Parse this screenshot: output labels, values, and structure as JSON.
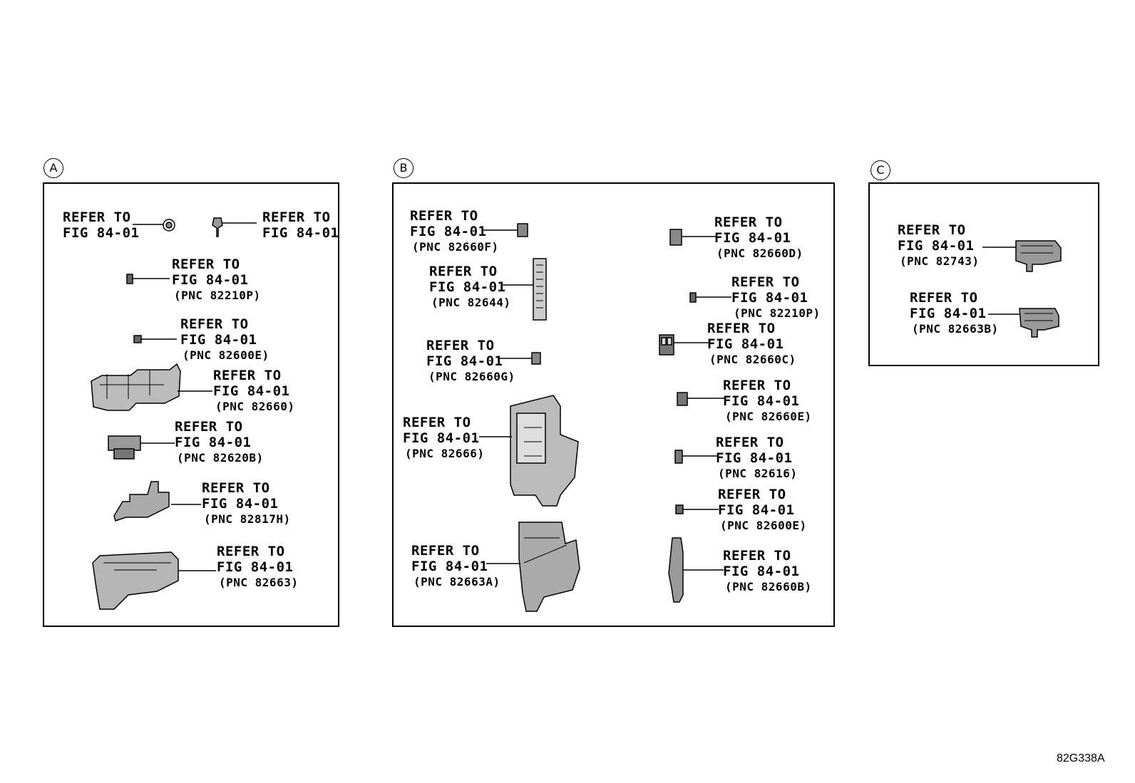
{
  "panels": [
    {
      "label": "A",
      "callouts": [
        {
          "l1": "REFER TO",
          "l2": "FIG 84-01",
          "pnc": ""
        },
        {
          "l1": "REFER TO",
          "l2": "FIG 84-01",
          "pnc": ""
        },
        {
          "l1": "REFER TO",
          "l2": "FIG 84-01",
          "pnc": "(PNC 82210P)"
        },
        {
          "l1": "REFER TO",
          "l2": "FIG 84-01",
          "pnc": "(PNC 82600E)"
        },
        {
          "l1": "REFER TO",
          "l2": "FIG 84-01",
          "pnc": "(PNC 82660)"
        },
        {
          "l1": "REFER TO",
          "l2": "FIG 84-01",
          "pnc": "(PNC 82620B)"
        },
        {
          "l1": "REFER TO",
          "l2": "FIG 84-01",
          "pnc": "(PNC 82817H)"
        },
        {
          "l1": "REFER TO",
          "l2": "FIG 84-01",
          "pnc": "(PNC 82663)"
        }
      ]
    },
    {
      "label": "B",
      "callouts": [
        {
          "l1": "REFER TO",
          "l2": "FIG 84-01",
          "pnc": "(PNC 82660F)"
        },
        {
          "l1": "REFER TO",
          "l2": "FIG 84-01",
          "pnc": "(PNC 82644)"
        },
        {
          "l1": "REFER TO",
          "l2": "FIG 84-01",
          "pnc": "(PNC 82660G)"
        },
        {
          "l1": "REFER TO",
          "l2": "FIG 84-01",
          "pnc": "(PNC 82666)"
        },
        {
          "l1": "REFER TO",
          "l2": "FIG 84-01",
          "pnc": "(PNC 82663A)"
        },
        {
          "l1": "REFER TO",
          "l2": "FIG 84-01",
          "pnc": "(PNC 82660D)"
        },
        {
          "l1": "REFER TO",
          "l2": "FIG 84-01",
          "pnc": "(PNC 82210P)"
        },
        {
          "l1": "REFER TO",
          "l2": "FIG 84-01",
          "pnc": "(PNC 82660C)"
        },
        {
          "l1": "REFER TO",
          "l2": "FIG 84-01",
          "pnc": "(PNC 82660E)"
        },
        {
          "l1": "REFER TO",
          "l2": "FIG 84-01",
          "pnc": "(PNC 82616)"
        },
        {
          "l1": "REFER TO",
          "l2": "FIG 84-01",
          "pnc": "(PNC 82600E)"
        },
        {
          "l1": "REFER TO",
          "l2": "FIG 84-01",
          "pnc": "(PNC 82660B)"
        }
      ]
    },
    {
      "label": "C",
      "callouts": [
        {
          "l1": "REFER TO",
          "l2": "FIG 84-01",
          "pnc": "(PNC 82743)"
        },
        {
          "l1": "REFER TO",
          "l2": "FIG 84-01",
          "pnc": "(PNC 82663B)"
        }
      ]
    }
  ],
  "drawing_code": "82G338A"
}
